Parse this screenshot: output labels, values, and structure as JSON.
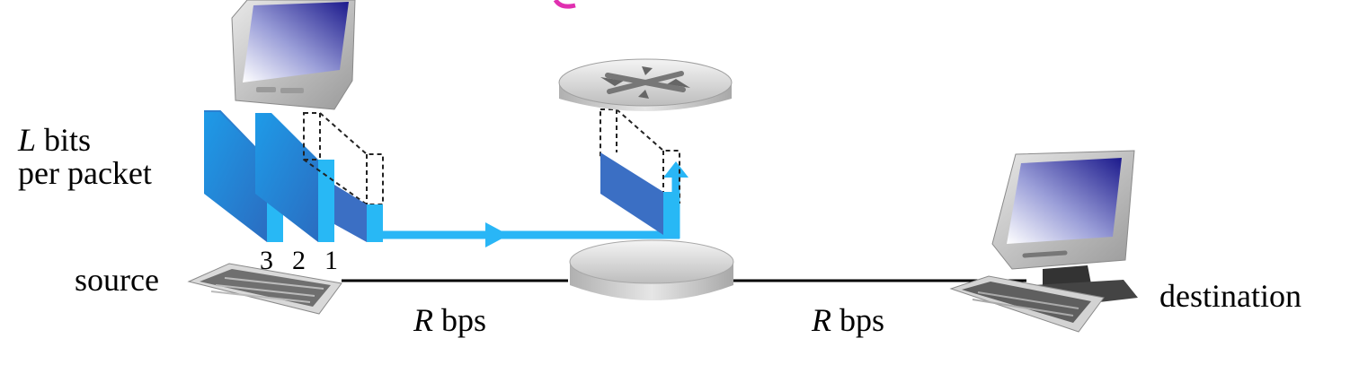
{
  "labels": {
    "bits_var": "L",
    "bits_text": " bits",
    "per_packet": "per packet",
    "source": "source",
    "destination": "destination",
    "rate_var": "R",
    "rate_text": " bps"
  },
  "packet_numbers": [
    "3",
    "2",
    "1"
  ],
  "colors": {
    "packet_front": "#1b8fe0",
    "packet_side": "#3b6fc4",
    "packet_edge": "#28b8f5",
    "flow_arrow": "#29b6f6",
    "link_line": "#000000"
  },
  "icons": [
    "monitor-icon",
    "keyboard-icon",
    "router-icon",
    "computer-icon"
  ]
}
